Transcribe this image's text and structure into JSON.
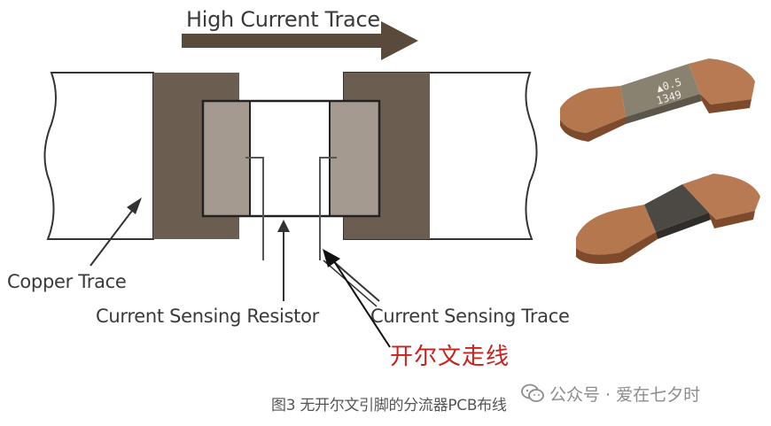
{
  "diagram": {
    "arrow_label": "High Current Trace",
    "copper_trace_label": "Copper Trace",
    "resistor_label": "Current Sensing Resistor",
    "sense_trace_label": "Current Sensing Trace",
    "kelvin_label": "开尔文走线",
    "caption": "图3 无开尔文引脚的分流器PCB布线"
  },
  "watermark": {
    "icon": "wechat-icon",
    "text": "公众号 · 爱在七夕时"
  },
  "colors": {
    "pad": "#6b5d4f",
    "arrow": "#5a4a3c",
    "label_text": "#3a3a3a",
    "kelvin_text": "#c8211b",
    "copper": "#b87a52",
    "resistor_body": "#8a8270"
  }
}
